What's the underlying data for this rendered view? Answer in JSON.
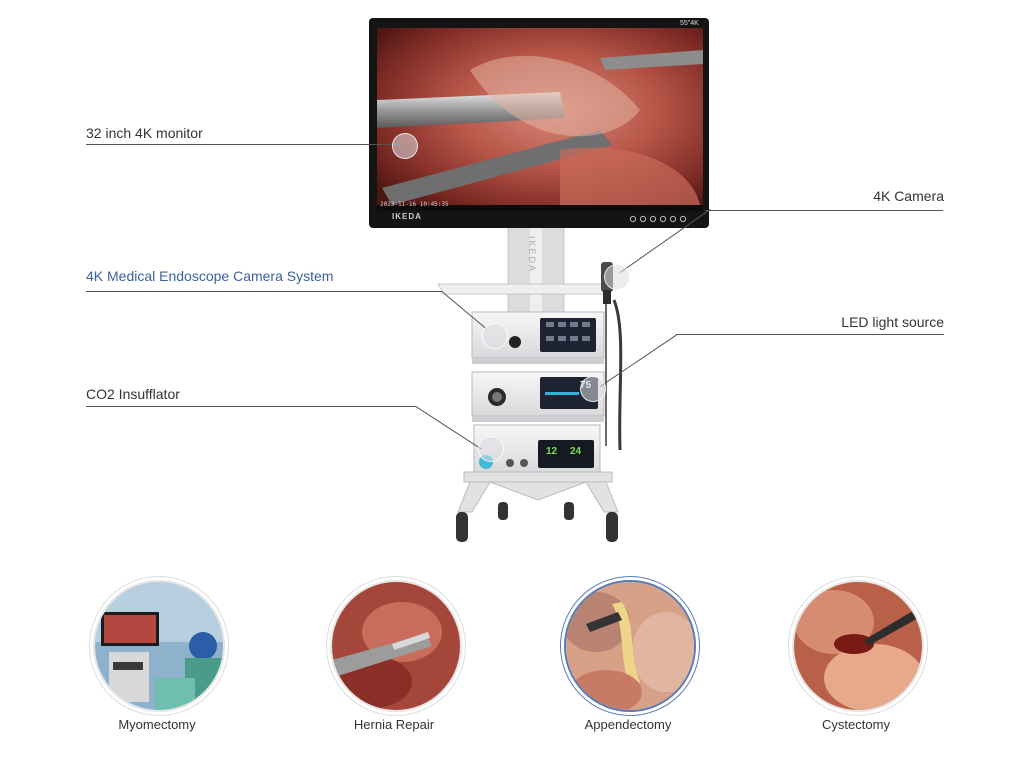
{
  "monitor": {
    "corner_label": "55\"4K",
    "brand": "IKEDA",
    "timestamp": "2023-11-16 10:45:35"
  },
  "pole_brand": "IKEDA",
  "callouts": {
    "monitor": "32 inch 4K monitor",
    "camera": "4K Camera",
    "camera_system": "4K Medical Endoscope Camera System",
    "light_source": "LED light source",
    "insufflator": "CO2 Insufflator"
  },
  "units": {
    "light_value": "75",
    "insufflator_left": "12",
    "insufflator_right": "24"
  },
  "procedures": [
    {
      "label": "Myomectomy"
    },
    {
      "label": "Hernia Repair"
    },
    {
      "label": "Appendectomy"
    },
    {
      "label": "Cystectomy"
    }
  ],
  "colors": {
    "accent_blue": "#3c5fa0",
    "tissue_red": "#a8423c",
    "selected_ring": "#5a7ab8"
  }
}
